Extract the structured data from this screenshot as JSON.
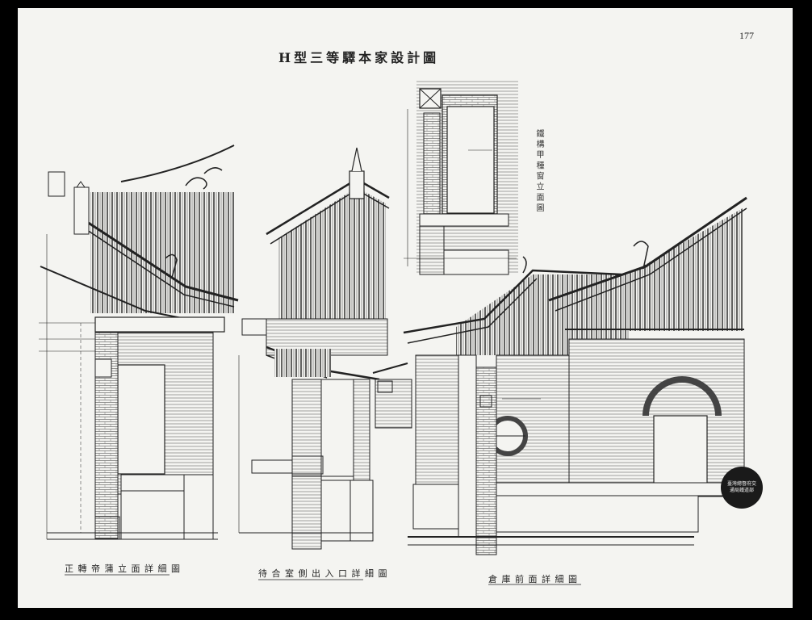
{
  "page": {
    "page_number": "177",
    "title": "H型三等驛本家設計圖"
  },
  "drawings": {
    "caption_left": "正 轉 帝 蒲 立 面 詳 細 圖",
    "caption_middle": "待 合 室 側 出 入 口 詳 細 圖",
    "caption_right": "倉 庫 前 面 詳 細 圖",
    "vertical_note": "鐵 構 甲 種 窗 立 面 圖",
    "seal_text": "臺灣總督府交通局鐵道部"
  },
  "colors": {
    "paper": "#f4f4f1",
    "ink": "#222222",
    "border": "#000000"
  }
}
